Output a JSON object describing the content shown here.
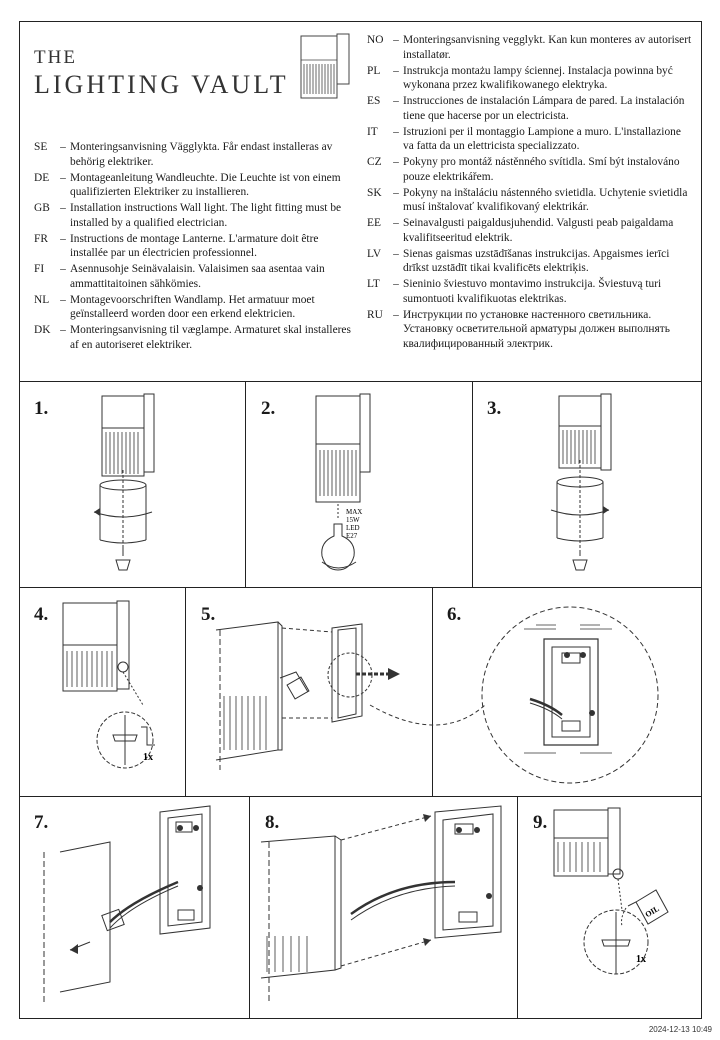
{
  "brand": {
    "line1": "THE",
    "line2": "LIGHTING VAULT"
  },
  "instructions_left": [
    {
      "code": "SE",
      "text": "Monteringsanvisning Vägglykta. Får endast installeras av behörig elektriker."
    },
    {
      "code": "DE",
      "text": "Montageanleitung Wandleuchte. Die Leuchte ist von einem qualifizierten Elektriker zu installieren."
    },
    {
      "code": "GB",
      "text": "Installation instructions Wall light. The light fitting must be installed by a qualified electrician."
    },
    {
      "code": "FR",
      "text": "Instructions de montage Lanterne. L'armature doit être installée par un électricien professionnel."
    },
    {
      "code": "FI",
      "text": "Asennusohje Seinävalaisin. Valaisimen saa asentaa vain ammattitaitoinen sähkömies."
    },
    {
      "code": "NL",
      "text": "Montagevoorschriften Wandlamp. Het armatuur moet geïnstalleerd worden door een erkend elektricien."
    },
    {
      "code": "DK",
      "text": "Monteringsanvisning til væglampe. Armaturet skal installeres af en autoriseret elektriker."
    }
  ],
  "instructions_right": [
    {
      "code": "NO",
      "text": "Monteringsanvisning vegglykt. Kan kun monteres av autorisert installatør."
    },
    {
      "code": "PL",
      "text": "Instrukcja montażu lampy ściennej. Instalacja powinna być wykonana przez kwalifikowanego elektryka."
    },
    {
      "code": "ES",
      "text": "Instrucciones de instalación Lámpara de pared. La instalación tiene que hacerse por un electricista."
    },
    {
      "code": "IT",
      "text": "Istruzioni per il montaggio Lampione a muro. L'installazione va fatta da un elettricista specializzato."
    },
    {
      "code": "CZ",
      "text": "Pokyny pro montáž nástěnného svítidla. Smí být instalováno pouze elektrikářem."
    },
    {
      "code": "SK",
      "text": "Pokyny na inštaláciu nástenného svietidla. Uchytenie svietidla musí inštalovať kvalifikovaný elektrikár."
    },
    {
      "code": "EE",
      "text": "Seinavalgusti paigaldusjuhendid. Valgusti peab paigaldama kvalifitseeritud elektrik."
    },
    {
      "code": "LV",
      "text": "Sienas gaismas uzstādīšanas instrukcijas. Apgaismes ierīci drīkst uzstādīt tikai kvalificēts elektriķis."
    },
    {
      "code": "LT",
      "text": "Sieninio šviestuvo montavimo instrukcija. Šviestuvą turi sumontuoti kvalifikuotas elektrikas."
    },
    {
      "code": "RU",
      "text": "Инструкции по установке настенного светильника. Установку осветительной арматуры должен выполнять квалифицированный электрик."
    }
  ],
  "steps": [
    "1.",
    "2.",
    "3.",
    "4.",
    "5.",
    "6.",
    "7.",
    "8.",
    "9."
  ],
  "bulb_spec": [
    "MAX",
    "15W",
    "LED",
    "E27"
  ],
  "screw_count": "1x",
  "oil_label": "OIL",
  "footer_timestamp": "2024-12-13   10:49"
}
